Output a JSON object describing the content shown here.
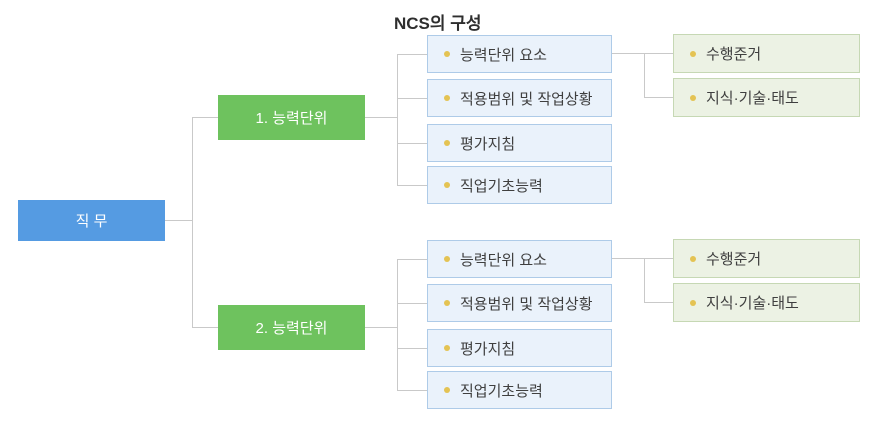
{
  "title": "NCS의 구성",
  "colors": {
    "job_bg": "#559be2",
    "unit_bg": "#6ec25e",
    "detail_bg": "#eaf2fb",
    "detail_border": "#aecbe8",
    "outcome_bg": "#ecf2e4",
    "outcome_border": "#c6d8b4",
    "bullet": "#e4c353",
    "line": "#c9c9c9",
    "text": "#3f3f3f"
  },
  "job": {
    "label": "직 무"
  },
  "groups": [
    {
      "unit": {
        "label": "1. 능력단위"
      },
      "details": [
        "능력단위 요소",
        "적용범위 및 작업상황",
        "평가지침",
        "직업기초능력"
      ],
      "outcomes": [
        "수행준거",
        "지식·기술·태도"
      ]
    },
    {
      "unit": {
        "label": "2. 능력단위"
      },
      "details": [
        "능력단위 요소",
        "적용범위 및 작업상황",
        "평가지침",
        "직업기초능력"
      ],
      "outcomes": [
        "수행준거",
        "지식·기술·태도"
      ]
    }
  ]
}
